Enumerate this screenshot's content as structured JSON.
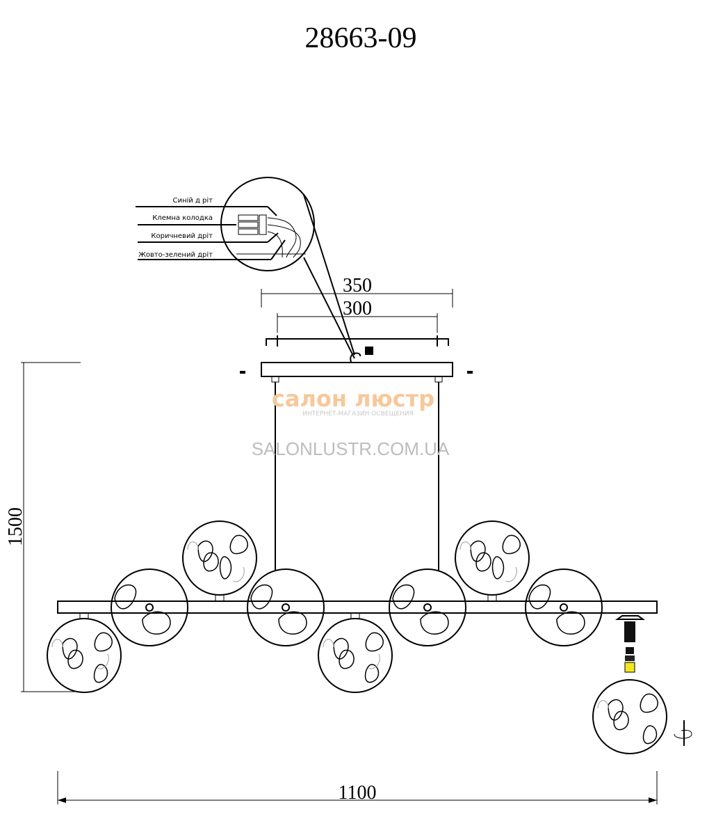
{
  "title": "28663-09",
  "dimensions": {
    "canopy_width": "350",
    "mount_spacing": "300",
    "height": "1500",
    "width": "1100"
  },
  "wiring_callout": {
    "labels": [
      "Синій д ріт",
      "Клемна колодка",
      "Коричневий дріт",
      "Жовто-зелений дріт"
    ]
  },
  "watermark": {
    "brand": "салон люстр",
    "tagline": "ИНТЕРНЕТ-МАГАЗИН ОСВЕЩЕНИЯ",
    "url": "SALONLUSTR.COM.UA",
    "brand_color": "#f7c89a"
  }
}
